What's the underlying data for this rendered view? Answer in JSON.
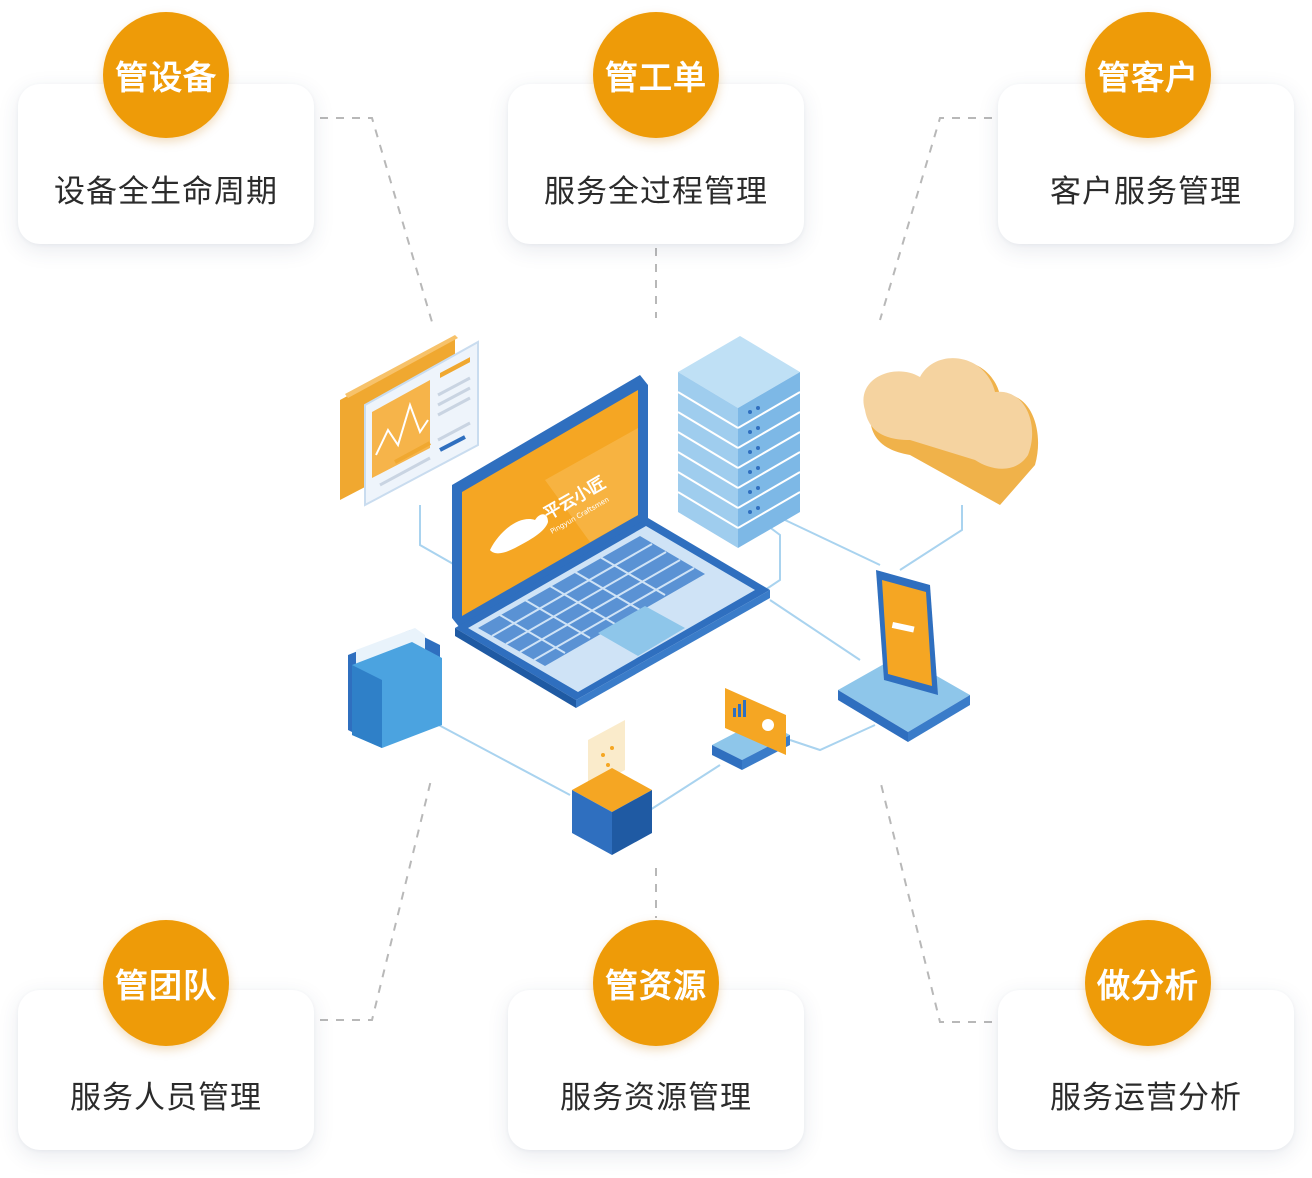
{
  "cards": [
    {
      "badge": "管设备",
      "desc": "设备全生命周期"
    },
    {
      "badge": "管工单",
      "desc": "服务全过程管理"
    },
    {
      "badge": "管客户",
      "desc": "客户服务管理"
    },
    {
      "badge": "管团队",
      "desc": "服务人员管理"
    },
    {
      "badge": "管资源",
      "desc": "服务资源管理"
    },
    {
      "badge": "做分析",
      "desc": "服务运营分析"
    }
  ],
  "laptop_logo": {
    "name": "平云小匠",
    "subtitle": "Pingyun Craftsmen"
  },
  "colors": {
    "accent": "#ee9b08",
    "blue": "#2f6fbf",
    "light_blue": "#8ec6ea"
  }
}
